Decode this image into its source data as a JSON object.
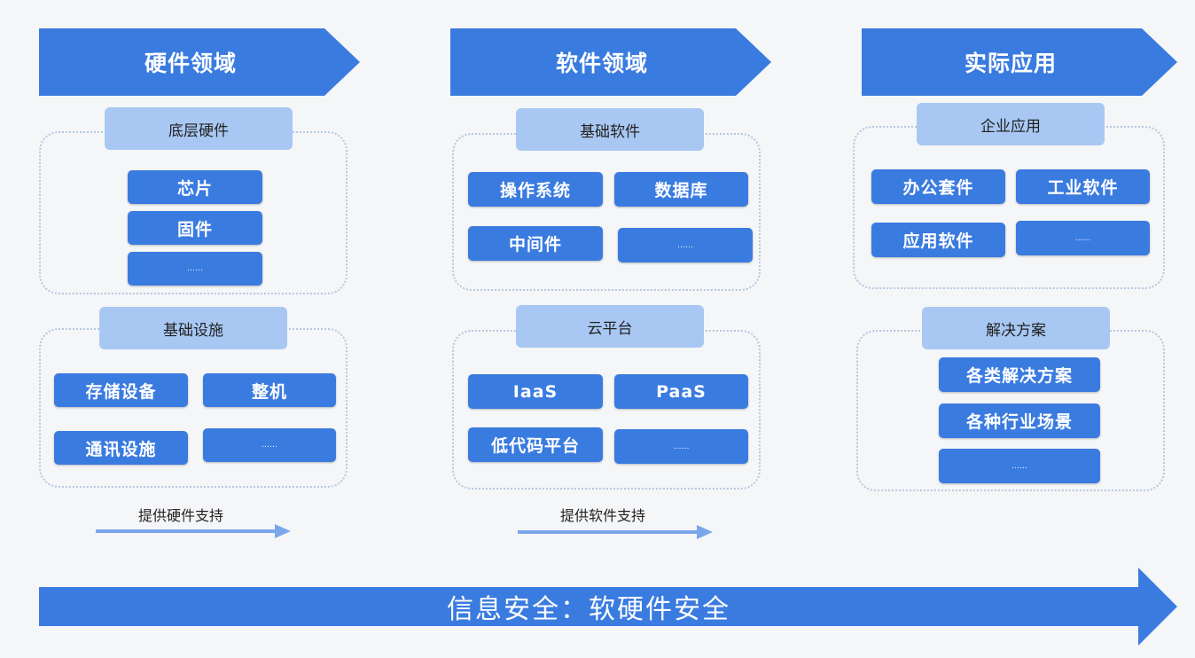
{
  "columns": {
    "hardware": {
      "title": "硬件领域",
      "groups": [
        {
          "title": "底层硬件",
          "items": [
            "芯片",
            "固件",
            "……"
          ]
        },
        {
          "title": "基础设施",
          "items": [
            "存储设备",
            "整机",
            "通讯设施",
            "……"
          ]
        }
      ],
      "support_note": "提供硬件支持"
    },
    "software": {
      "title": "软件领域",
      "groups": [
        {
          "title": "基础软件",
          "items": [
            "操作系统",
            "数据库",
            "中间件",
            "……"
          ]
        },
        {
          "title": "云平台",
          "items": [
            "IaaS",
            "PaaS",
            "低代码平台",
            "……"
          ]
        }
      ],
      "support_note": "提供软件支持"
    },
    "application": {
      "title": "实际应用",
      "groups": [
        {
          "title": "企业应用",
          "items": [
            "办公套件",
            "工业软件",
            "应用软件",
            "……"
          ]
        },
        {
          "title": "解决方案",
          "items": [
            "各类解决方案",
            "各种行业场景",
            "……"
          ]
        }
      ]
    }
  },
  "footer_banner": "信息安全：软硬件安全",
  "colors": {
    "header": "#3a7be0",
    "item": "#3a7be0",
    "subheader": "#a8c8f3",
    "arrow": "#7aa7ea",
    "dotted_border": "#b6c8e0"
  }
}
